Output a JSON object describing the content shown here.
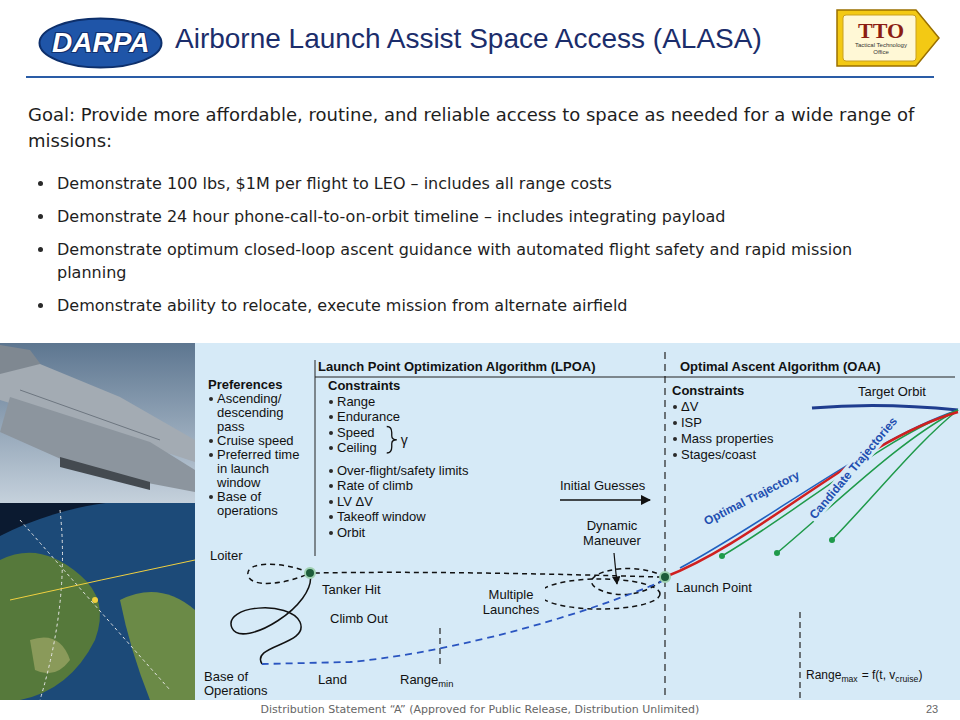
{
  "diagram": {
    "title": "Airborne Launch Assist Space Access (ALASA)",
    "nodes": [
      {
        "text": [
          "DARPA"
        ]
      },
      {
        "text": [
          "TTO",
          "Tactical Technology Office"
        ]
      }
    ],
    "labels": [
      "Goal: Provide more affordable, routine, and reliable access to space as needed for a wide range of missions:",
      "Demonstrate 100 lbs, $1M per flight to LEO – includes all range costs",
      "Demonstrate 24 hour phone-call-to-on-orbit timeline – includes integrating payload",
      "Demonstrate optimum closed-loop ascent guidance with automated flight safety and rapid mission planning",
      "Demonstrate ability to relocate, execute mission from alternate airfield",
      "Launch Point Optimization Algorithm (LPOA)",
      "Optimal Ascent Algorithm (OAA)",
      "Preferences",
      "Ascending/ descending pass",
      "Cruise speed",
      "Preferred time in launch window",
      "Base of operations",
      "Constraints",
      "Range",
      "Endurance",
      "Speed",
      "Ceiling",
      "γ",
      "Over-flight/safety limits",
      "Rate of climb",
      "LV ΔV",
      "Takeoff window",
      "Orbit",
      "Constraints",
      "ΔV",
      "ISP",
      "Mass properties",
      "Stages/coast",
      "Target Orbit",
      "Optimal Trajectory",
      "Candidate Trajectories",
      "Initial Guesses",
      "Dynamic Maneuver",
      "Loiter",
      "Tanker Hit",
      "Multiple Launches",
      "Launch Point",
      "Climb Out",
      "Base of Operations",
      "Land",
      "Range",
      "min",
      "Range",
      "max",
      "= f(t, v",
      "cruise",
      ")",
      "Distribution Statement “A” (Approved for Public Release, Distribution Unlimited)",
      "23"
    ]
  }
}
